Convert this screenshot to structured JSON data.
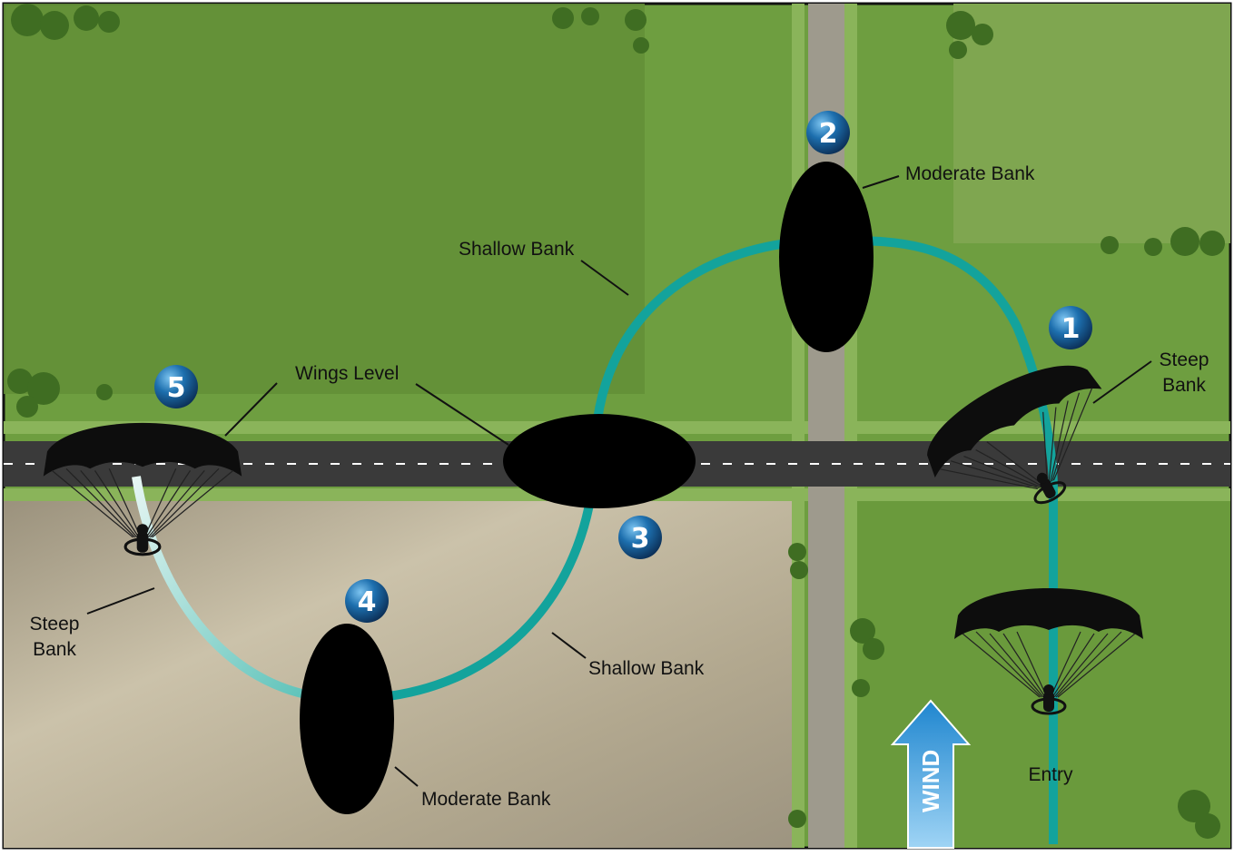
{
  "colors": {
    "grass": "#6a9a3c",
    "grass_light": "#8ab45a",
    "dirt": "#b8ad95",
    "road": "#3a3a3a",
    "path": "#13a39c",
    "path_faded": "#c8ebe6",
    "marker": "#1a6aa8",
    "wind": "#2a8fd6",
    "canopy": "#0d0d0d"
  },
  "icons": {
    "canopy": "paraglider-canopy-icon",
    "marker": "numbered-ball-icon",
    "arrow": "wind-arrow-icon"
  },
  "markers": [
    {
      "num": "1"
    },
    {
      "num": "2"
    },
    {
      "num": "3"
    },
    {
      "num": "4"
    },
    {
      "num": "5"
    }
  ],
  "labels": {
    "entry": "Entry",
    "steep_bank_right_1": "Steep",
    "steep_bank_right_2": "Bank",
    "moderate_bank_top": "Moderate Bank",
    "shallow_bank_top": "Shallow Bank",
    "wings_level": "Wings Level",
    "shallow_bank_bottom": "Shallow Bank",
    "moderate_bank_bottom": "Moderate Bank",
    "steep_bank_left_1": "Steep",
    "steep_bank_left_2": "Bank",
    "wind": "WIND"
  }
}
